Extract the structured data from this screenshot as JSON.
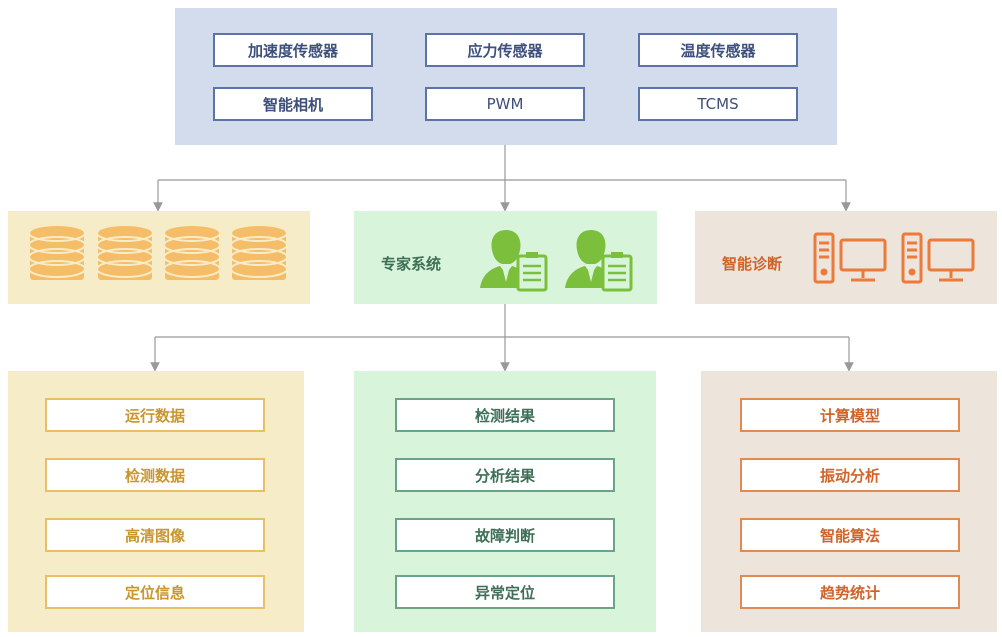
{
  "sensors": {
    "items": [
      "加速度传感器",
      "应力传感器",
      "温度传感器",
      "智能相机",
      "PWM",
      "TCMS"
    ]
  },
  "middle": {
    "expert_label": "专家系统",
    "diagnosis_label": "智能诊断"
  },
  "bottom": {
    "left_items": [
      "运行数据",
      "检测数据",
      "高清图像",
      "定位信息"
    ],
    "center_items": [
      "检测结果",
      "分析结果",
      "故障判断",
      "异常定位"
    ],
    "right_items": [
      "计算模型",
      "振动分析",
      "智能算法",
      "趋势统计"
    ]
  },
  "colors": {
    "sensor_panel": "#d3dcec",
    "database_panel": "#f7ecc8",
    "expert_panel": "#d8f5dc",
    "diagnosis_panel": "#ede4dc",
    "db_icon": "#f5bd68",
    "expert_icon": "#7cbf3c",
    "diagnosis_icon": "#ec7a3a",
    "connector": "#999999"
  },
  "icons": {
    "database": "database-icon",
    "expert": "expert-with-clipboard-icon",
    "diagnosis": "computer-workstation-icon"
  }
}
